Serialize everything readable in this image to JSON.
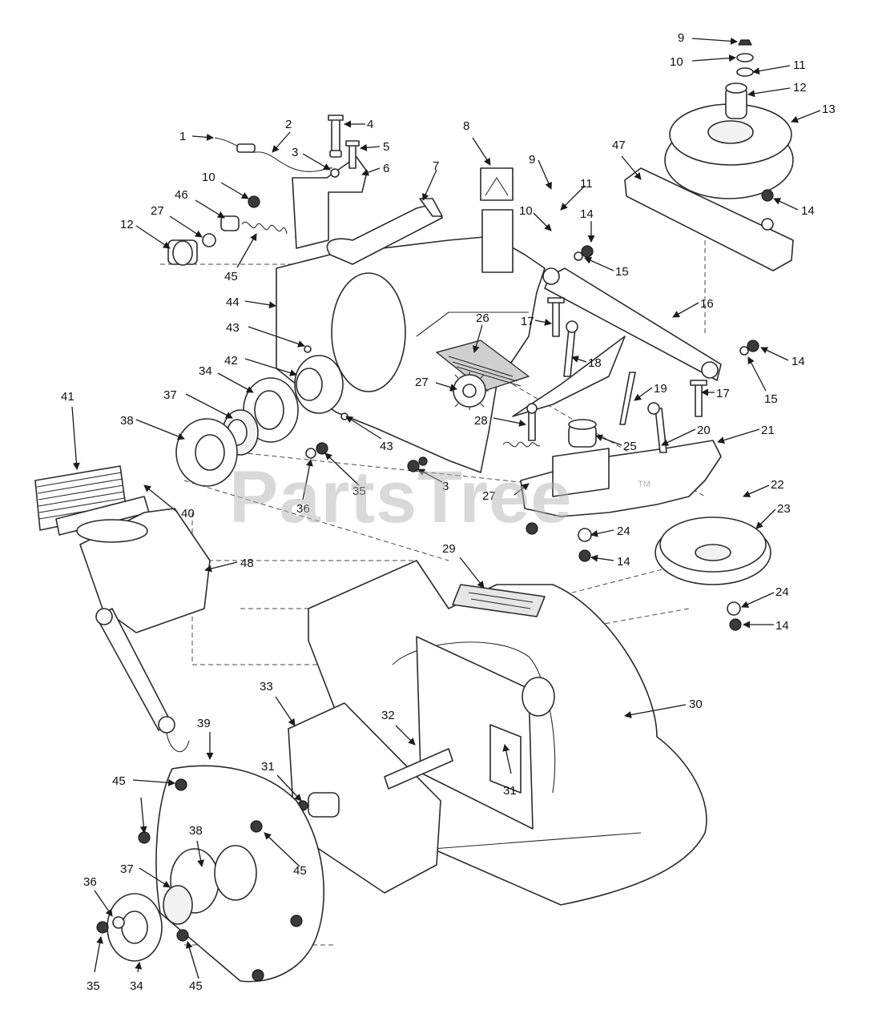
{
  "watermark": {
    "text": "PartsTree",
    "trademark": "TM"
  },
  "callouts": [
    {
      "label": "1"
    },
    {
      "label": "2"
    },
    {
      "label": "3"
    },
    {
      "label": "4"
    },
    {
      "label": "5"
    },
    {
      "label": "6"
    },
    {
      "label": "7"
    },
    {
      "label": "8"
    },
    {
      "label": "9"
    },
    {
      "label": "10"
    },
    {
      "label": "11"
    },
    {
      "label": "12"
    },
    {
      "label": "13"
    },
    {
      "label": "14"
    },
    {
      "label": "9"
    },
    {
      "label": "10"
    },
    {
      "label": "11"
    },
    {
      "label": "14"
    },
    {
      "label": "15"
    },
    {
      "label": "47"
    },
    {
      "label": "10"
    },
    {
      "label": "46"
    },
    {
      "label": "27"
    },
    {
      "label": "12"
    },
    {
      "label": "45"
    },
    {
      "label": "44"
    },
    {
      "label": "43"
    },
    {
      "label": "42"
    },
    {
      "label": "34"
    },
    {
      "label": "37"
    },
    {
      "label": "38"
    },
    {
      "label": "41"
    },
    {
      "label": "26"
    },
    {
      "label": "27"
    },
    {
      "label": "28"
    },
    {
      "label": "43"
    },
    {
      "label": "3"
    },
    {
      "label": "36"
    },
    {
      "label": "35"
    },
    {
      "label": "40"
    },
    {
      "label": "48"
    },
    {
      "label": "16"
    },
    {
      "label": "17"
    },
    {
      "label": "18"
    },
    {
      "label": "14"
    },
    {
      "label": "15"
    },
    {
      "label": "19"
    },
    {
      "label": "17"
    },
    {
      "label": "20"
    },
    {
      "label": "21"
    },
    {
      "label": "25"
    },
    {
      "label": "27"
    },
    {
      "label": "22"
    },
    {
      "label": "23"
    },
    {
      "label": "24"
    },
    {
      "label": "14"
    },
    {
      "label": "24"
    },
    {
      "label": "14"
    },
    {
      "label": "29"
    },
    {
      "label": "30"
    },
    {
      "label": "33"
    },
    {
      "label": "32"
    },
    {
      "label": "31"
    },
    {
      "label": "31"
    },
    {
      "label": "39"
    },
    {
      "label": "45"
    },
    {
      "label": "38"
    },
    {
      "label": "37"
    },
    {
      "label": "36"
    },
    {
      "label": "35"
    },
    {
      "label": "34"
    },
    {
      "label": "45"
    },
    {
      "label": "45"
    }
  ]
}
